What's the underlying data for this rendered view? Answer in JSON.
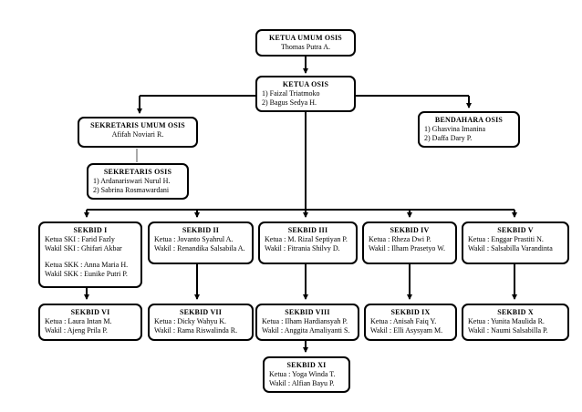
{
  "ketua_umum": {
    "title": "KETUA UMUM OSIS",
    "name": "Thomas Putra A."
  },
  "ketua_osis": {
    "title": "KETUA OSIS",
    "members": [
      "1)   Faizal Triatmoko",
      "2)   Bagus Sedya H."
    ]
  },
  "sekretaris_umum": {
    "title": "SEKRETARIS UMUM OSIS",
    "name": "Afifah Noviari R."
  },
  "bendahara": {
    "title": "BENDAHARA OSIS",
    "members": [
      "1)   Ghasvina Imanina",
      "2)   Daffa Dary P."
    ]
  },
  "sekretaris": {
    "title": "SEKRETARIS OSIS",
    "members": [
      "1)  Ardanariswari Nurul H.",
      "2)  Sabrina Rosmawardani"
    ]
  },
  "sekbid": {
    "i": {
      "title": "SEKBID I",
      "lines": [
        "Ketua SKI : Farid Fazly",
        "Wakil SKI : Ghifari Akbar"
      ],
      "lines2": [
        "Ketua SKK : Anna Maria H.",
        "Wakil SKK : Eunike Putri P."
      ]
    },
    "ii": {
      "title": "SEKBID II",
      "lines": [
        "Ketua : Jovanto Syahrul A.",
        "Wakil : Renandika Salsabila A."
      ]
    },
    "iii": {
      "title": "SEKBID III",
      "lines": [
        "Ketua : M. Rizal Septiyan P.",
        "Wakil : Fitrania Shilvy D."
      ]
    },
    "iv": {
      "title": "SEKBID IV",
      "lines": [
        "Ketua : Rheza Dwi P.",
        "Wakil : Ilham Prasetyo W."
      ]
    },
    "v": {
      "title": "SEKBID V",
      "lines": [
        "Ketua : Enggar Prastiti N.",
        "Wakil : Salsabilla Varandinta"
      ]
    },
    "vi": {
      "title": "SEKBID VI",
      "lines": [
        "Ketua : Laura Intan M.",
        "Wakil : Ajeng Prila P."
      ]
    },
    "vii": {
      "title": "SEKBID VII",
      "lines": [
        "Ketua : Dicky Wahyu K.",
        "Wakil : Rama Riswalinda R."
      ]
    },
    "viii": {
      "title": "SEKBID VIII",
      "lines": [
        "Ketua : Ilham Hardiansyah P.",
        "Wakil : Anggita Amaliyanti S."
      ]
    },
    "ix": {
      "title": "SEKBID IX",
      "lines": [
        "Ketua : Anisah Faiq Y.",
        "Wakil : Elli Asysyam M."
      ]
    },
    "x": {
      "title": "SEKBID X",
      "lines": [
        "Ketua : Yunita Maulida R.",
        "Wakil : Naumi Salsabilla P."
      ]
    },
    "xi": {
      "title": "SEKBID XI",
      "lines": [
        "Ketua : Yoga Winda T.",
        "Wakil : Alfian Bayu P."
      ]
    }
  }
}
